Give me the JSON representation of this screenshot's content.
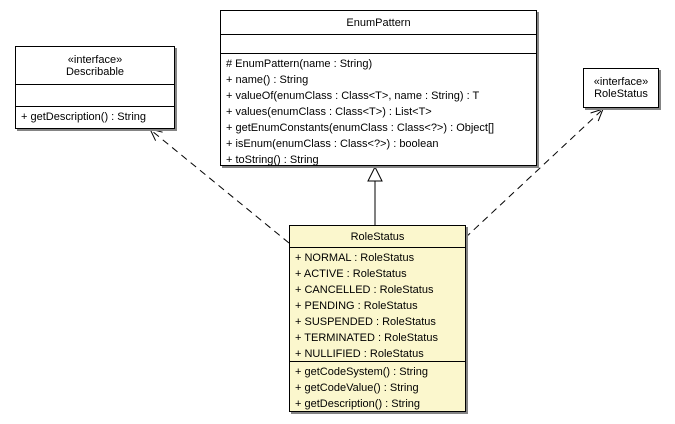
{
  "colors": {
    "canvas": "#ffffff",
    "box-fill": "#ffffff",
    "highlight-fill": "#fbf7cd",
    "line": "#000000",
    "shadow": "#848484"
  },
  "classes": {
    "describable": {
      "stereotype": "«interface»",
      "name": "Describable",
      "methods": [
        "+ getDescription() : String"
      ]
    },
    "enum_pattern": {
      "name": "EnumPattern",
      "methods": [
        "# EnumPattern(name : String)",
        "+ name() : String",
        "+ valueOf(enumClass : Class<T>, name : String) : T",
        "+ values(enumClass : Class<T>) : List<T>",
        "+ getEnumConstants(enumClass : Class<?>) : Object[]",
        "+ isEnum(enumClass : Class<?>) : boolean",
        "+ toString() : String"
      ]
    },
    "role_status_interface": {
      "stereotype": "«interface»",
      "name": "RoleStatus"
    },
    "role_status": {
      "name": "RoleStatus",
      "attributes": [
        "+ NORMAL : RoleStatus",
        "+ ACTIVE : RoleStatus",
        "+ CANCELLED : RoleStatus",
        "+ PENDING : RoleStatus",
        "+ SUSPENDED : RoleStatus",
        "+ TERMINATED : RoleStatus",
        "+ NULLIFIED : RoleStatus"
      ],
      "methods": [
        "+ getCodeSystem() : String",
        "+ getCodeValue() : String",
        "+ getDescription() : String"
      ]
    }
  },
  "relationships": [
    {
      "type": "realization",
      "style": "dashed",
      "from": "RoleStatus",
      "to": "Describable"
    },
    {
      "type": "generalization",
      "style": "solid",
      "from": "RoleStatus",
      "to": "EnumPattern"
    },
    {
      "type": "realization",
      "style": "dashed",
      "from": "RoleStatus",
      "to": "RoleStatus «interface»"
    }
  ]
}
